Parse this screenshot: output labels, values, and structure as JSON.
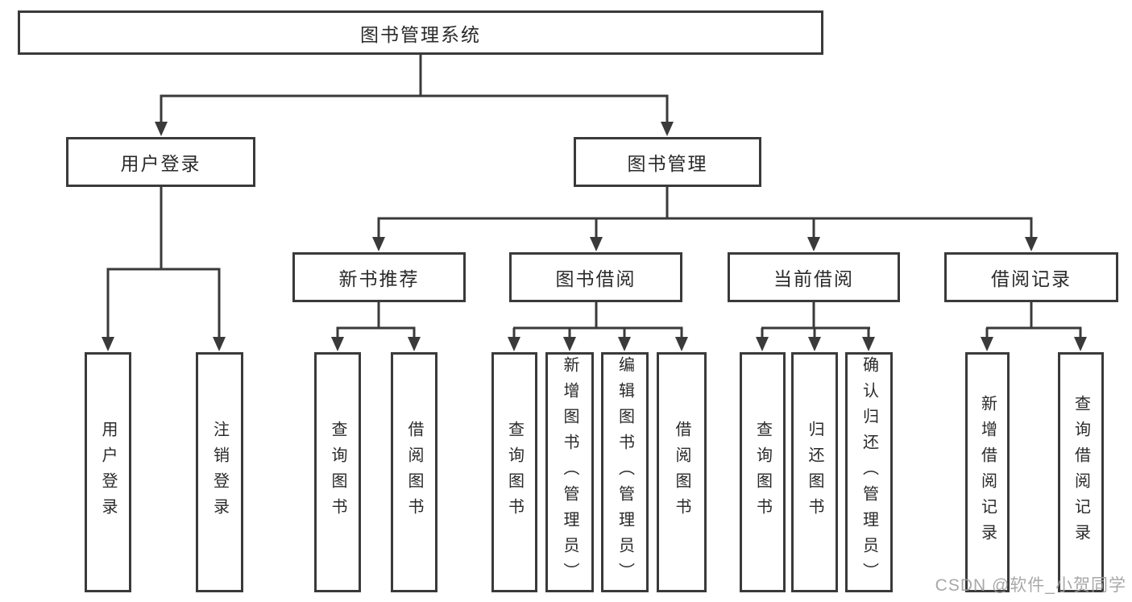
{
  "colors": {
    "line": "#3a3a3a",
    "box_border": "#3a3a3a",
    "box_background": "#ffffff",
    "text": "#2a2a2a",
    "canvas_background": "#ffffff",
    "watermark": "#9e9e9e"
  },
  "watermark": {
    "text": "CSDN @软件_小贺同学"
  },
  "tree": {
    "label": "图书管理系统",
    "children": [
      {
        "label": "用户登录",
        "children": [
          {
            "label": "用户登录"
          },
          {
            "label": "注销登录"
          }
        ]
      },
      {
        "label": "图书管理",
        "children": [
          {
            "label": "新书推荐",
            "children": [
              {
                "label": "查询图书"
              },
              {
                "label": "借阅图书"
              }
            ]
          },
          {
            "label": "图书借阅",
            "children": [
              {
                "label": "查询图书"
              },
              {
                "label": "新增图书（管理员）"
              },
              {
                "label": "编辑图书（管理员）"
              },
              {
                "label": "借阅图书"
              }
            ]
          },
          {
            "label": "当前借阅",
            "children": [
              {
                "label": "查询图书"
              },
              {
                "label": "归还图书"
              },
              {
                "label": "确认归还（管理员）"
              }
            ]
          },
          {
            "label": "借阅记录",
            "children": [
              {
                "label": "新增借阅记录"
              },
              {
                "label": "查询借阅记录"
              }
            ]
          }
        ]
      }
    ]
  }
}
